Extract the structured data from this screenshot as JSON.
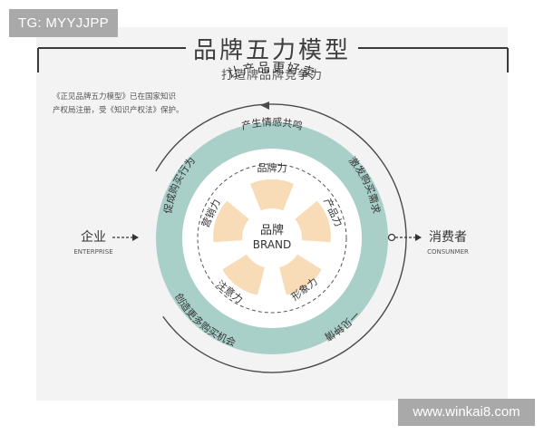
{
  "header": {
    "title": "品牌五力模型",
    "subtitle": "打造牌品牌竞争力"
  },
  "copyright_note": {
    "line1": "《正见品牌五力模型》已在国家知识",
    "line2": "产权局注册，受《知识产权法》保护。"
  },
  "watermarks": {
    "tg": "TG: MYYJJPP",
    "url": "www.winkai8.com"
  },
  "diagram": {
    "top_label": "让产品更好卖",
    "center": {
      "cn": "品牌",
      "en": "BRAND"
    },
    "inner_forces": [
      "品牌力",
      "产品力",
      "形象力",
      "注意力",
      "营销力"
    ],
    "outer_ring": [
      "产生情感共鸣",
      "激发购买需求",
      "一见钟情",
      "创造更多购买机会",
      "促成购买行为"
    ],
    "left": {
      "cn": "企业",
      "en": "ENTERPRISE"
    },
    "right": {
      "cn": "消费者",
      "en": "CONSUNMER"
    }
  },
  "colors": {
    "outer_ring": "#a9cfc9",
    "petal": "#f8dcb8",
    "text": "#444444",
    "frame": "#3a3a3a"
  }
}
